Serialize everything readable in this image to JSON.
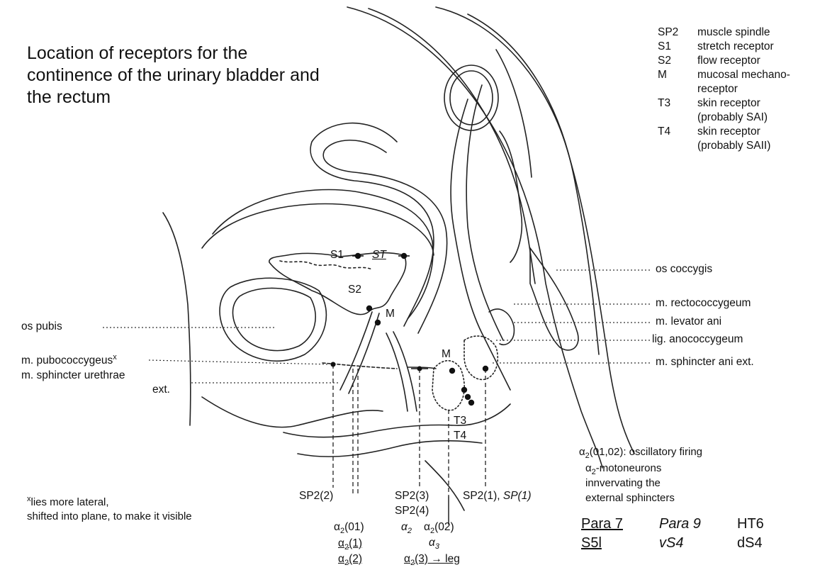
{
  "title": "Location of receptors for the continence of the urinary bladder and the rectum",
  "legend": [
    {
      "code": "SP2",
      "desc": "muscle spindle"
    },
    {
      "code": "S1",
      "desc": "stretch receptor"
    },
    {
      "code": "S2",
      "desc": "flow receptor"
    },
    {
      "code": "M",
      "desc": "mucosal mechano-receptor"
    },
    {
      "code": "T3",
      "desc": "skin receptor (probably SAI)"
    },
    {
      "code": "T4",
      "desc": "skin receptor (probably SAII)"
    }
  ],
  "labels": {
    "os_pubis": "os pubis",
    "m_pubococcygeus": "m. pubococcygeus",
    "m_pubococcygeus_mark": "x",
    "m_sphincter_urethrae": "m. sphincter urethrae",
    "ext": "ext.",
    "os_coccygis": "os coccygis",
    "m_rectococcygeum": "m. rectococcygeum",
    "m_levator_ani": "m. levator ani",
    "lig_anococcygeum": "lig. anococcygeum",
    "m_sphincter_ani_ext": "m. sphincter ani ext."
  },
  "markers": {
    "s1": "S1",
    "st": "ST",
    "s2": "S2",
    "m_bladder": "M",
    "m_rectum": "M",
    "t3": "T3",
    "t4": "T4"
  },
  "bottom": {
    "sp2_2": "SP2(2)",
    "sp2_3": "SP2(3)",
    "sp2_4": "SP2(4)",
    "sp2_1": "SP2(1), ",
    "sp_1": "SP(1)",
    "alpha": "α",
    "a01": "(01)",
    "a1": "(1)",
    "a2": "(2)",
    "a02": "(02)",
    "a3leg": "(3) → leg",
    "sub2": "2",
    "sub3": "3"
  },
  "footnote": {
    "mark": "x",
    "line1": "lies more lateral,",
    "line2": "shifted into plane, to make it visible"
  },
  "oscillatory": {
    "line1_suffix": "(01,02): oscillatory firing",
    "line2_suffix": "-motoneurons",
    "line3": "innvervating the",
    "line4": "external sphincters"
  },
  "refs": {
    "para7": "Para 7",
    "s5i": "S5l",
    "para9": "Para 9",
    "vs4": "vS4",
    "ht6": "HT6",
    "ds4": "dS4"
  }
}
